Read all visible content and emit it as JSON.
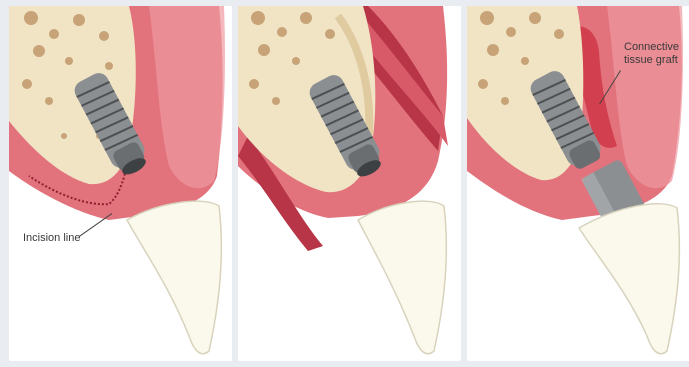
{
  "panels": [
    {
      "label": "Incision line"
    },
    {
      "label": ""
    },
    {
      "label_line1": "Connective",
      "label_line2": "tissue graft"
    }
  ],
  "colors": {
    "gum": "#e2737d",
    "gum_dark": "#b73546",
    "gum_light": "#f3b9bd",
    "bone": "#f1e4c5",
    "bone_hole": "#c7a377",
    "tooth": "#fbf8ec",
    "tooth_edge": "#d8d3bd",
    "implant": "#8c8f92",
    "implant_dark": "#3e4143",
    "graft": "#d2404f",
    "background": "#e9edf2"
  },
  "icons": [
    "implant-screw-icon",
    "tooth-crown-icon",
    "abutment-icon"
  ]
}
